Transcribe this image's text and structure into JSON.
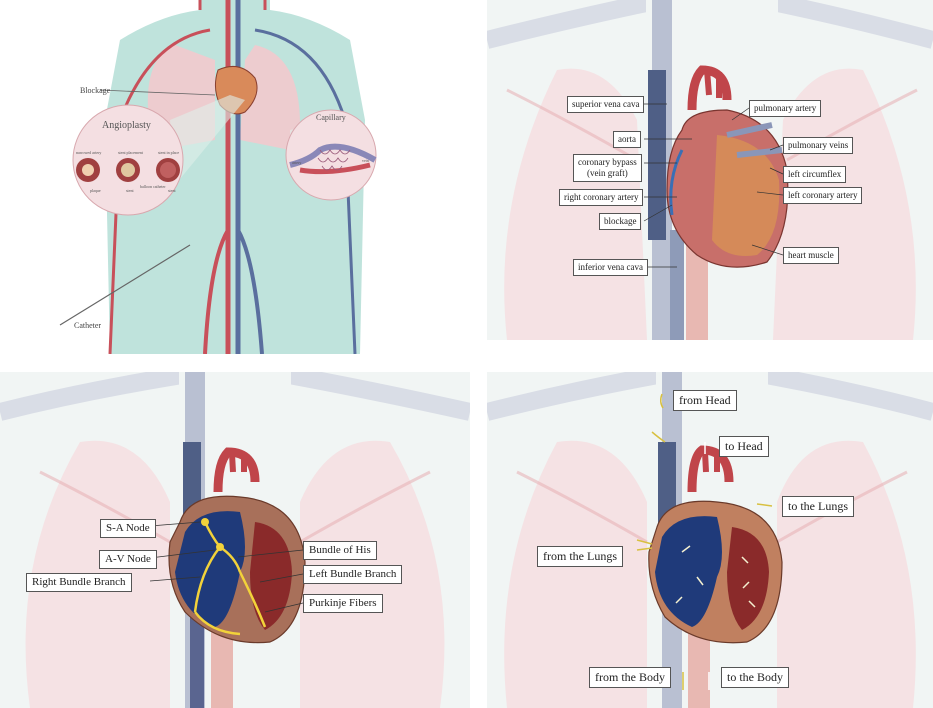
{
  "panel1": {
    "blockage": "Blockage",
    "angioplasty": "Angioplasty",
    "capillary": "Capillary",
    "catheter": "Catheter",
    "steps": [
      "narrowed artery",
      "stent placement",
      "stent in place"
    ],
    "sublabels": [
      "plaque",
      "stent",
      "balloon catheter",
      "stent"
    ],
    "artery": "artery",
    "vein": "vein"
  },
  "panel2": {
    "labels": {
      "superior_vena_cava": "superior vena cava",
      "aorta": "aorta",
      "coronary_bypass": "coronary bypass",
      "vein_graft": "(vein graft)",
      "right_coronary_artery": "right coronary artery",
      "blockage": "blockage",
      "inferior_vena_cava": "inferior vena cava",
      "pulmonary_artery": "pulmonary artery",
      "pulmonary_veins": "pulmonary veins",
      "left_circumflex": "left circumflex",
      "left_coronary_artery": "left coronary artery",
      "heart_muscle": "heart muscle"
    }
  },
  "panel3": {
    "labels": {
      "sa_node": "S-A Node",
      "av_node": "A-V Node",
      "right_bundle_branch": "Right Bundle Branch",
      "bundle_of_his": "Bundle of His",
      "left_bundle_branch": "Left Bundle Branch",
      "purkinje_fibers": "Purkinje Fibers"
    }
  },
  "panel4": {
    "labels": {
      "from_head": "from Head",
      "to_head": "to Head",
      "to_the_lungs": "to the Lungs",
      "from_the_lungs": "from the Lungs",
      "from_the_body": "from the Body",
      "to_the_body": "to the Body"
    }
  },
  "colors": {
    "artery": "#c8505a",
    "vein": "#5a6f9e",
    "lung": "#f2c9cd",
    "body": "#bfe3dc",
    "myocardium": "#c86f6a",
    "chamber_blue": "#1f3a7a",
    "conduction": "#f2d23a"
  }
}
